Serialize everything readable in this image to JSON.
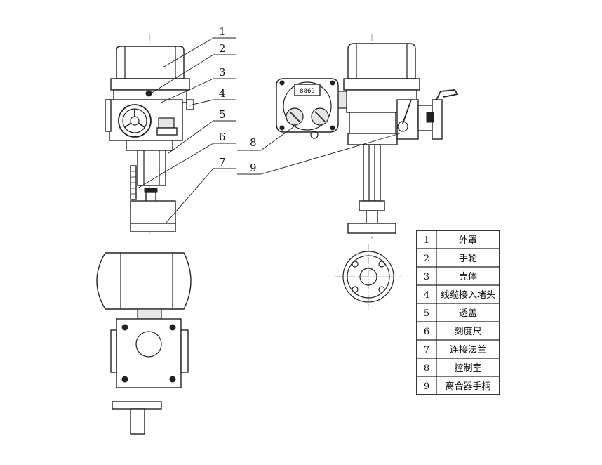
{
  "callouts": [
    {
      "n": "1"
    },
    {
      "n": "2"
    },
    {
      "n": "3"
    },
    {
      "n": "4"
    },
    {
      "n": "5"
    },
    {
      "n": "6"
    },
    {
      "n": "7"
    },
    {
      "n": "8"
    },
    {
      "n": "9"
    }
  ],
  "display_reading": "8869",
  "parts_table": [
    {
      "no": "1",
      "name": "外罩"
    },
    {
      "no": "2",
      "name": "手轮"
    },
    {
      "no": "3",
      "name": "壳体"
    },
    {
      "no": "4",
      "name": "线缆接入堵头"
    },
    {
      "no": "5",
      "name": "透盖"
    },
    {
      "no": "6",
      "name": "刻度尺"
    },
    {
      "no": "7",
      "name": "连接法兰"
    },
    {
      "no": "8",
      "name": "控制室"
    },
    {
      "no": "9",
      "name": "离合器手柄"
    }
  ]
}
